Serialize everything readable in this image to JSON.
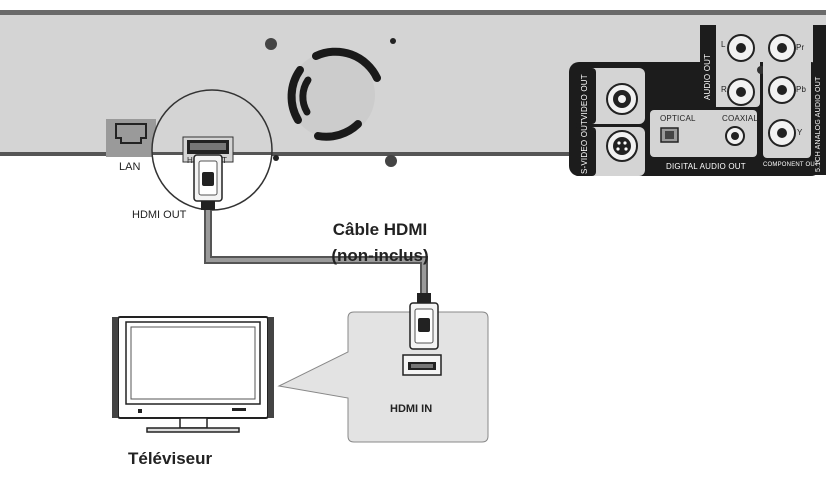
{
  "player": {
    "lan_label": "LAN",
    "hdmi_port_label_left": "H",
    "hdmi_port_label_right": "T",
    "hdmi_out_label": "HDMI OUT",
    "video_out_label": "VIDEO OUT",
    "svideo_out_label": "S-VIDEO OUT",
    "optical_label": "OPTICAL",
    "coaxial_label": "COAXIAL",
    "digital_audio_out_label": "DIGITAL AUDIO OUT",
    "audio_out_label": "AUDIO OUT",
    "audio_l": "L",
    "audio_r": "R",
    "component_pr": "Pr",
    "component_pb": "Pb",
    "component_y": "Y",
    "component_out_label": "COMPONENT OUT",
    "analog_audio_out_label": "5.1CH ANALOG AUDIO OUT"
  },
  "cable": {
    "line1": "Câble HDMI",
    "line2": "(non-inclus)"
  },
  "tv": {
    "hdmi_in_label": "HDMI IN",
    "tv_label": "Téléviseur"
  },
  "colors": {
    "panel": "#d4d4d4",
    "panel_dark": "#1c1c1c",
    "callout": "#e3e3e3",
    "cable": "#7a7a7a"
  }
}
